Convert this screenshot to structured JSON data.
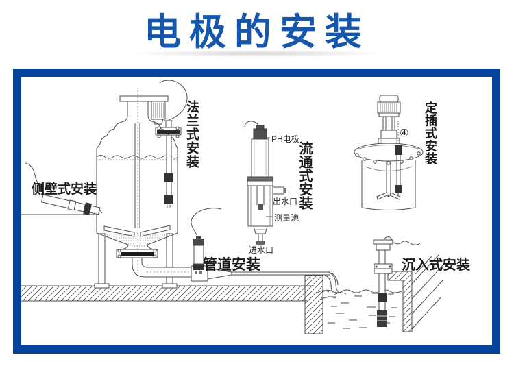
{
  "title": "电极的安装",
  "colors": {
    "title_blue": "#1457AC",
    "frame_blue": "#05429B",
    "line_gray": "#4d4d4d"
  },
  "labels": {
    "flange": "法兰式安装",
    "side_wall": "侧壁式安装",
    "flow_through": "流通式安装",
    "ph_electrode": "PH电极",
    "outlet": "出水口",
    "cell": "测量池",
    "inlet": "进水口",
    "pipeline": "管道安装",
    "fixed_insert": "定插式安装",
    "submerged": "沉入式安装",
    "marker_4": "④"
  }
}
